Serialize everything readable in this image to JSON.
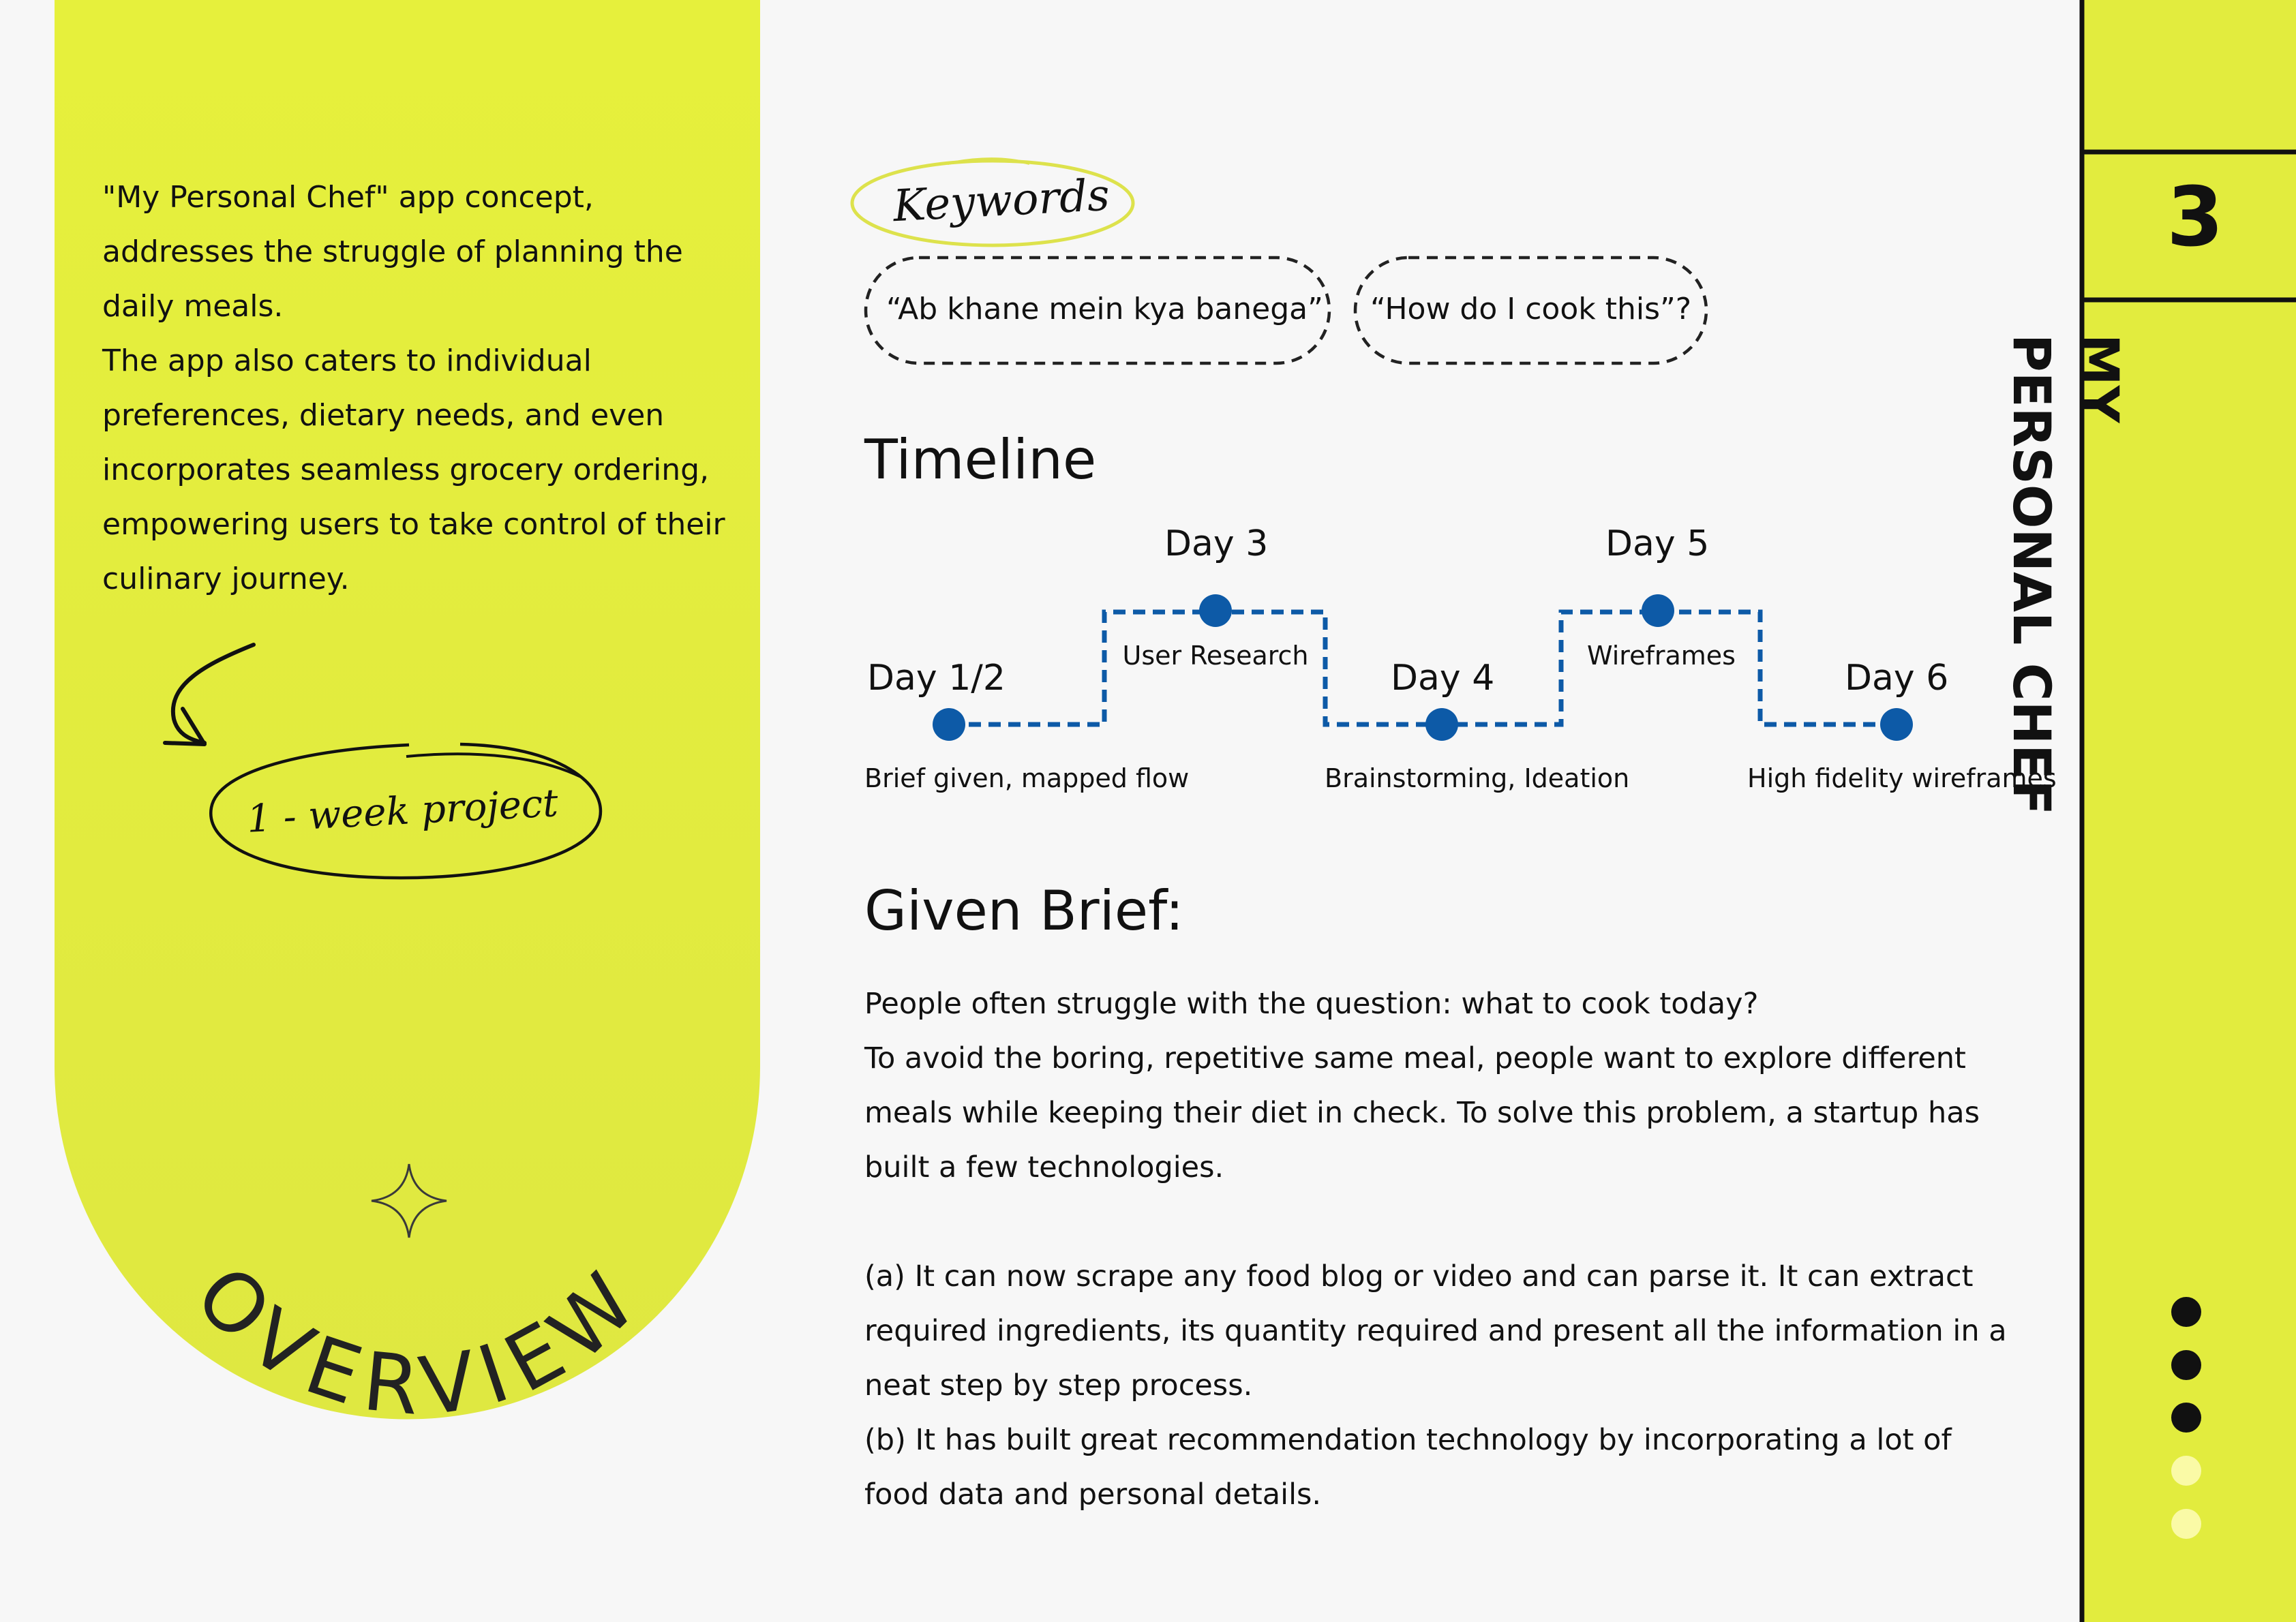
{
  "overview": {
    "paragraph": "\"My Personal Chef\" app concept, addresses the struggle of planning the daily meals.\nThe app also caters to individual preferences, dietary needs, and even incorporates seamless grocery ordering, empowering users to take control of their culinary journey.",
    "project_note": "1 - week project",
    "section_label": "OVERVIEW"
  },
  "keywords": {
    "label": "Keywords",
    "items": [
      "“Ab khane mein kya banega”",
      "“How do I cook this”?"
    ]
  },
  "timeline": {
    "heading": "Timeline",
    "steps": [
      {
        "day": "Day 1/2",
        "label": "Brief given, mapped flow"
      },
      {
        "day": "Day 3",
        "label": "User Research"
      },
      {
        "day": "Day 4",
        "label": "Brainstorming, Ideation"
      },
      {
        "day": "Day 5",
        "label": "Wireframes"
      },
      {
        "day": "Day 6",
        "label": "High fidelity wireframes"
      }
    ]
  },
  "brief": {
    "heading": "Given Brief:",
    "body": "People often struggle with the question: what to cook today?\nTo avoid the boring, repetitive same meal, people want to explore different meals while keeping their diet in check.  To solve this problem, a startup has built a few technologies.\n\n(a) It can now scrape any food blog or video and can parse it. It can extract required ingredients, its quantity required and present all the information in a neat step by step process.\n(b) It has built great recommendation technology by incorporating a lot of food data and personal details."
  },
  "sidebar": {
    "number": "3",
    "title_line1": "MY",
    "title_line2": "PERSONAL CHEF",
    "dots_total": 5,
    "dots_active": 3
  },
  "colors": {
    "accent_lime": "#e4ee3c",
    "timeline_blue": "#0d5aa7",
    "text": "#111111",
    "background": "#f7f7f7"
  }
}
